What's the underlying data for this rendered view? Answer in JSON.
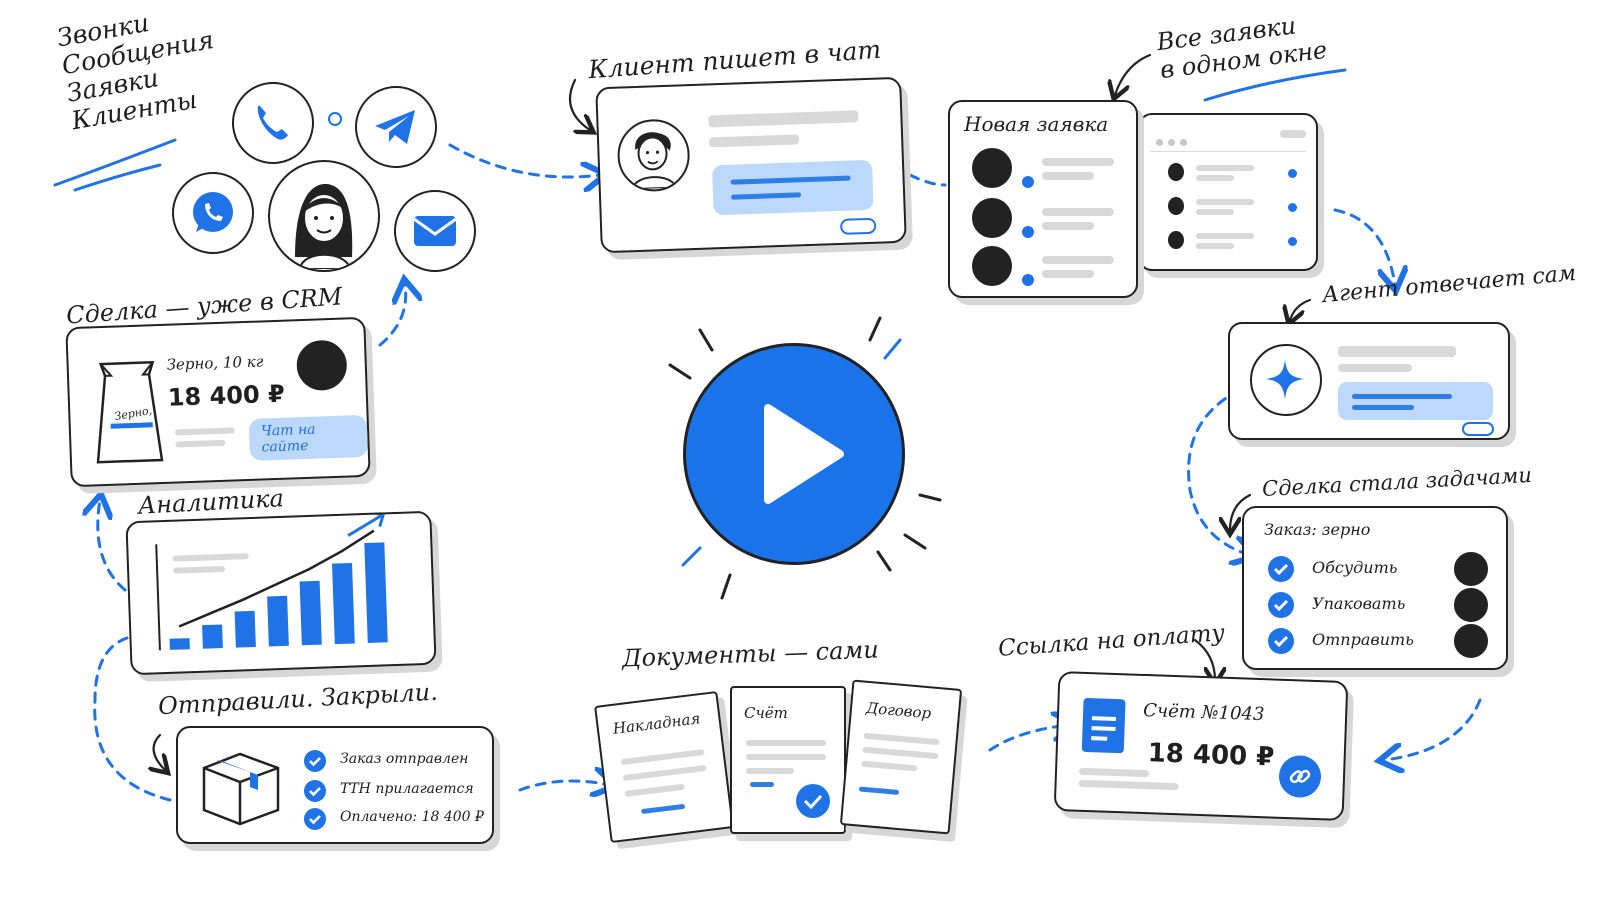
{
  "intro": {
    "lines": [
      "Звонки",
      "Сообщения",
      "Заявки",
      "Клиенты"
    ]
  },
  "chat_step": {
    "caption": "Клиент пишет в чат"
  },
  "inbox_step": {
    "caption_line1": "Все заявки",
    "caption_line2": "в одном окне",
    "card_title": "Новая заявка"
  },
  "agent_step": {
    "caption": "Агент отвечает сам"
  },
  "tasks_step": {
    "caption": "Сделка стала задачами",
    "order_title": "Заказ: зерно",
    "tasks": [
      "Обсудить",
      "Упаковать",
      "Отправить"
    ]
  },
  "payment_step": {
    "caption": "Ссылка на оплату",
    "invoice_title": "Счёт №1043",
    "amount": "18 400 ₽"
  },
  "docs_step": {
    "caption": "Документы — сами",
    "docs": [
      "Накладная",
      "Счёт",
      "Договор"
    ]
  },
  "closing_step": {
    "caption": "Отправили. Закрыли.",
    "items": [
      "Заказ отправлен",
      "ТТН прилагается",
      "Оплачено: 18 400 ₽"
    ]
  },
  "analytics_step": {
    "caption": "Аналитика",
    "bars": [
      0.08,
      0.17,
      0.26,
      0.36,
      0.46,
      0.58,
      0.72
    ]
  },
  "deal_step": {
    "caption": "Сделка — уже в CRM",
    "product": "Зерно, 10 кг",
    "price": "18 400 ₽",
    "source_chip": "Чат на сайте",
    "bag_label": "Зерно,"
  },
  "colors": {
    "accent": "#1f73e6",
    "light_accent": "#bcd8fb",
    "ink": "#222222"
  },
  "icons": [
    "phone-icon",
    "telegram-icon",
    "whatsapp-icon",
    "mail-icon",
    "play-icon",
    "sparkle-icon",
    "document-icon",
    "link-icon",
    "box-icon",
    "bag-icon"
  ]
}
